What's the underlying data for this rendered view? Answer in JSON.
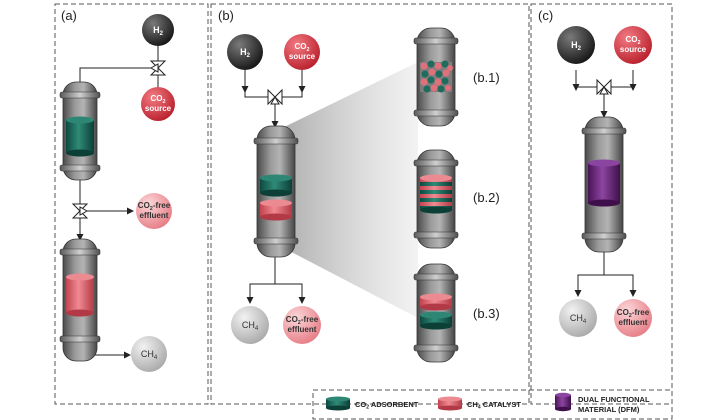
{
  "panels": {
    "a": {
      "label": "(a)"
    },
    "b": {
      "label": "(b)"
    },
    "c": {
      "label": "(c)"
    }
  },
  "species": {
    "h2": {
      "main": "H",
      "sub": "2"
    },
    "co2_source": {
      "line1_main": "CO",
      "line1_sub": "2",
      "line2": "source"
    },
    "co2_free": {
      "line1_main": "CO",
      "line1_sub": "2",
      "line1_tail": "-free",
      "line2": "effluent"
    },
    "ch4": {
      "main": "CH",
      "sub": "4"
    }
  },
  "sub_labels": [
    "(b.1)",
    "(b.2)",
    "(b.3)"
  ],
  "legend": {
    "adsorbent": {
      "main": "CO",
      "sub": "2",
      "tail": " ADSORBENT",
      "color": "#1f6b5c"
    },
    "catalyst": {
      "main": "CH",
      "sub": "4",
      "tail": " CATALYST",
      "color": "#e0707a"
    },
    "dfm": {
      "line1": "DUAL FUNCTIONAL",
      "line2": "MATERIAL (DFM)",
      "color": "#6e2b7c"
    }
  },
  "colors": {
    "h2_fill": "#2b2b2b",
    "co2_source_fill": "#d9343f",
    "co2_free_fill": "#f2a2a7",
    "ch4_fill": "#d5d5d5",
    "reactor_body": "#7d7d7d"
  }
}
